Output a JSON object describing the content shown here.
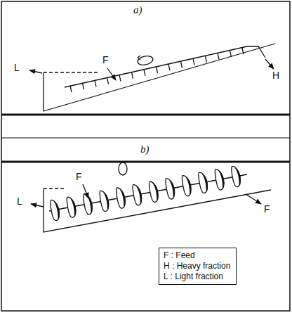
{
  "diagram": {
    "labels": [
      "a)",
      "F",
      "L",
      "H",
      "b)",
      "F",
      "L",
      "F"
    ],
    "legend": [
      {
        "text": "F : Feed"
      },
      {
        "text": "H : Heavy fraction"
      },
      {
        "text": "L : Light fraction"
      }
    ]
  }
}
